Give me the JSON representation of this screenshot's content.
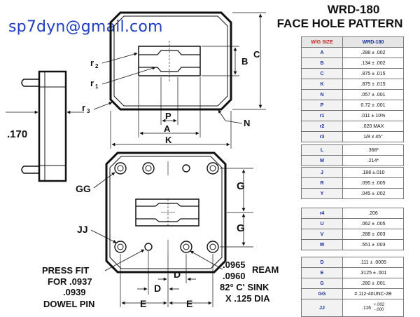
{
  "header": {
    "email": "sp7dyn@gmail.com",
    "title_line1": "WRD-180",
    "title_line2": "FACE HOLE PATTERN"
  },
  "labels": {
    "B": "B",
    "C": "C",
    "P": "P",
    "A": "A",
    "K": "K",
    "N": "N",
    "r1": "r",
    "r2": "r",
    "r3": "r",
    "r1_sub": "1",
    "r2_sub": "2",
    "r3_sub": "3",
    "dim_170": ".170",
    "G": "G",
    "GG": "GG",
    "JJ": "JJ",
    "D": "D",
    "E": "E"
  },
  "notes": {
    "press_line1": "PRESS FIT",
    "press_line2": "FOR .0937",
    "press_line3": ".0939",
    "press_line4": "DOWEL PIN",
    "ream_val1": ".0965",
    "ream_val2": ".0960",
    "ream_word": "REAM",
    "sink_text": "82° C' SINK",
    "dia_text": "X .125 DIA"
  },
  "table1": {
    "header": [
      "W/G SIZE",
      "WRD-180"
    ],
    "rows": [
      [
        "A",
        ".288 ± .002"
      ],
      [
        "B",
        ".134 ± .002"
      ],
      [
        "C",
        ".875 ± .015"
      ],
      [
        "K",
        ".875 ± .015"
      ],
      [
        "N",
        ".057 ± .001"
      ],
      [
        "P",
        "0.72 ± .001"
      ],
      [
        "r1",
        ".011 ± 10%"
      ],
      [
        "r2",
        ".020 MAX"
      ],
      [
        "r3",
        "1/8 x 45°"
      ]
    ]
  },
  "table2": {
    "rows": [
      [
        "L",
        ".368*"
      ],
      [
        "M",
        ".214*"
      ]
    ]
  },
  "table3": {
    "rows": [
      [
        "J",
        ".188 ±.010"
      ],
      [
        "R",
        ".095 ± .005"
      ],
      [
        "Y",
        ".045 ± .002"
      ]
    ]
  },
  "table4": {
    "rows": [
      [
        "r4",
        ".206"
      ],
      [
        "U",
        ".062 ± .005"
      ],
      [
        "V",
        ".288 ± .003"
      ],
      [
        "W",
        ".551 ± .003"
      ]
    ]
  },
  "table5": {
    "rows": [
      [
        "D",
        ".111 ± .0005"
      ],
      [
        "E",
        ".3125 ± .001"
      ],
      [
        "G",
        ".280 ± .001"
      ],
      [
        "GG",
        "#.112-40UNC-2B"
      ]
    ],
    "jj": {
      "key": "JJ",
      "value": ".116",
      "tol_plus": "+.002",
      "tol_minus": "-.000"
    }
  }
}
